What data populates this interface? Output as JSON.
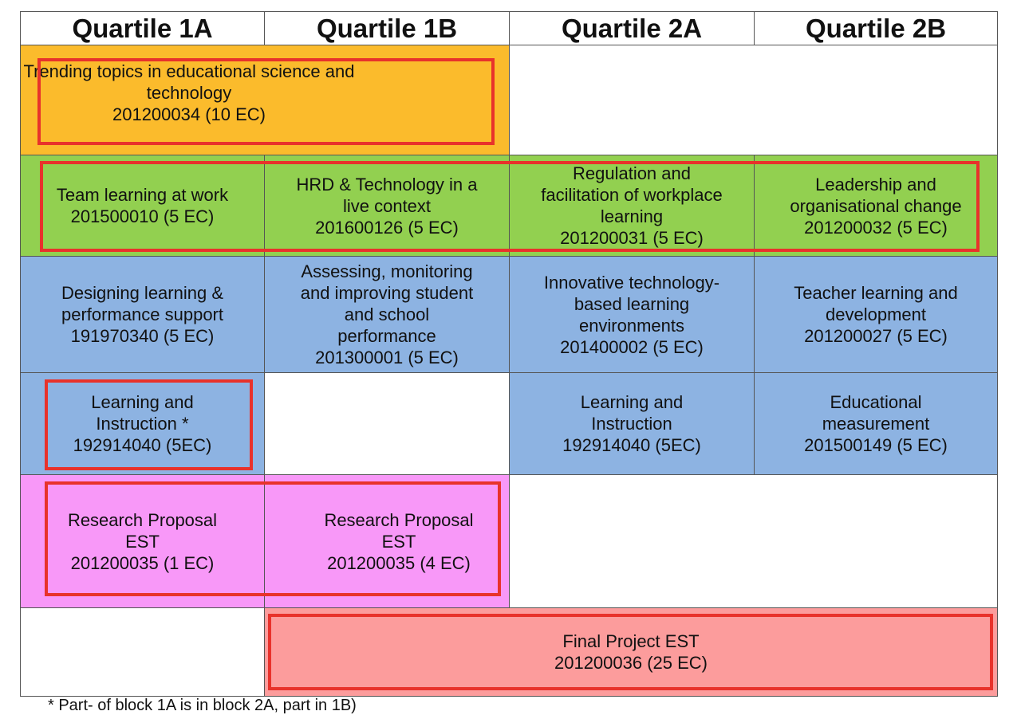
{
  "headers": [
    "Quartile 1A",
    "Quartile 1B",
    "Quartile 2A",
    "Quartile 2B"
  ],
  "rows": {
    "trending": {
      "lines": [
        "Trending topics in educational science and",
        "technology",
        "201200034 (10 EC)"
      ]
    },
    "team_learning": {
      "lines": [
        "Team learning at work",
        "201500010 (5 EC)"
      ]
    },
    "hrd_tech": {
      "lines": [
        "HRD & Technology in a",
        "live context",
        "201600126 (5 EC)"
      ]
    },
    "regulation": {
      "lines": [
        "Regulation and",
        "facilitation of workplace",
        "learning",
        "201200031 (5 EC)"
      ]
    },
    "leadership": {
      "lines": [
        "Leadership and",
        "organisational change",
        "201200032 (5 EC)"
      ]
    },
    "designing": {
      "lines": [
        "Designing learning &",
        "performance support",
        "191970340 (5 EC)"
      ]
    },
    "assessing": {
      "lines": [
        "Assessing, monitoring",
        "and improving student",
        "and school",
        "performance",
        "201300001 (5 EC)"
      ]
    },
    "innovative": {
      "lines": [
        "Innovative technology-",
        "based learning",
        "environments",
        "201400002 (5 EC)"
      ]
    },
    "teacher": {
      "lines": [
        "Teacher learning and",
        "development",
        "201200027 (5 EC)"
      ]
    },
    "learning_1a": {
      "lines": [
        "Learning and",
        "Instruction  *",
        "192914040 (5EC)"
      ]
    },
    "learning_2a": {
      "lines": [
        "Learning and",
        "Instruction",
        "192914040 (5EC)"
      ]
    },
    "measurement": {
      "lines": [
        "Educational",
        "measurement",
        "201500149 (5 EC)"
      ]
    },
    "proposal_1a": {
      "lines": [
        "Research Proposal",
        "EST",
        "201200035 (1 EC)"
      ]
    },
    "proposal_1b": {
      "lines": [
        "Research Proposal",
        "EST",
        "201200035 (4 EC)"
      ]
    },
    "final_project": {
      "lines": [
        "Final Project EST",
        "201200036 (25 EC)"
      ]
    }
  },
  "footnote": "*  Part‑ of block 1A is in block 2A, part in 1B)",
  "colors": {
    "orange": "#fbbb2c",
    "green": "#92d050",
    "blue": "#8db3e2",
    "pink": "#f898f8",
    "salmon": "#fc9c9c",
    "highlight": "#e8322b"
  }
}
